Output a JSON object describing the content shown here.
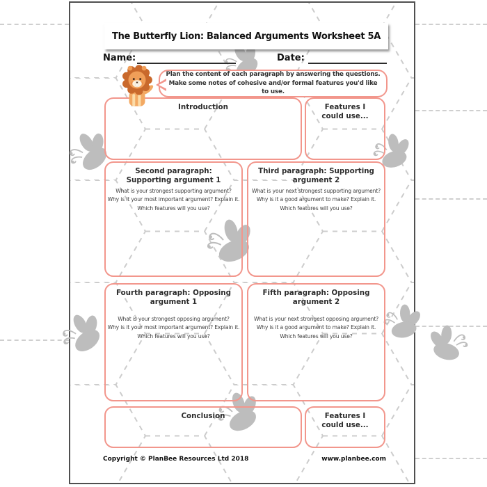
{
  "worksheet": {
    "title": "The Butterfly Lion: Balanced Arguments",
    "worksheet_number": "Worksheet 5A",
    "name_label": "Name:",
    "date_label": "Date:",
    "instruction": "Plan the content of each paragraph by answering the questions. Make some notes of cohesive and/or formal features you'd like to use.",
    "sections": {
      "introduction": {
        "title": "Introduction"
      },
      "features_top": {
        "title": "Features I could use..."
      },
      "second_paragraph": {
        "title": "Second paragraph: Supporting argument 1",
        "questions": [
          "What is your strongest supporting argument?",
          "Why is it your most important argument? Explain it.",
          "Which features will you use?"
        ]
      },
      "third_paragraph": {
        "title": "Third paragraph: Supporting argument 2",
        "questions": [
          "What is your next strongest supporting argument?",
          "Why is it a good argument to make? Explain it.",
          "Which features will you use?"
        ]
      },
      "fourth_paragraph": {
        "title": "Fourth paragraph: Opposing argument 1",
        "questions": [
          "What is your strongest opposing argument?",
          "Why is it your most important argument? Explain it.",
          "Which features will you use?"
        ]
      },
      "fifth_paragraph": {
        "title": "Fifth paragraph: Opposing argument 2",
        "questions": [
          "What is your next strongest opposing argument?",
          "Why is it a good argument to make? Explain it.",
          "Which features will you use?"
        ]
      },
      "conclusion": {
        "title": "Conclusion"
      },
      "features_bottom": {
        "title": "Features I could use..."
      }
    },
    "footer": {
      "copyright": "Copyright © PlanBee Resources Ltd 2018",
      "website": "www.planbee.com"
    },
    "colors": {
      "accent": "#f2968c",
      "grid": "#cccccc",
      "bee": "#bdbdbd",
      "lion_mane": "#c9692c",
      "lion_face": "#f09e58"
    }
  }
}
